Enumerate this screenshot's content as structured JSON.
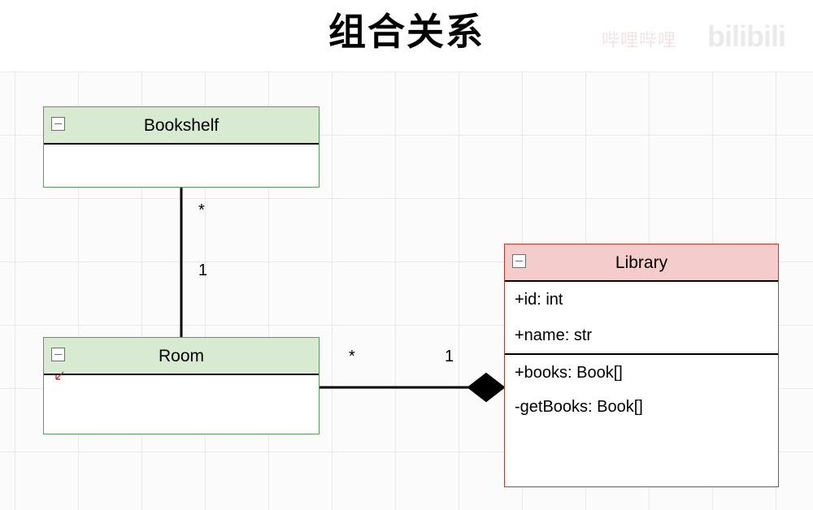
{
  "page": {
    "title": "组合关系",
    "watermark_text": "哔哩哔哩",
    "watermark_logo": "bilibili"
  },
  "diagram": {
    "type": "uml-class-diagram",
    "relationship": "composition",
    "classes": [
      {
        "id": "bookshelf",
        "name": "Bookshelf",
        "color": "#d9ead3",
        "border": "#5d9a5d",
        "collapse_icon": "minus-box-icon",
        "attributes": [],
        "methods": []
      },
      {
        "id": "room",
        "name": "Room",
        "color": "#d9ead3",
        "border": "#5d9a5d",
        "collapse_icon": "minus-box-icon",
        "attributes": [],
        "methods": []
      },
      {
        "id": "library",
        "name": "Library",
        "color": "#f4cccc",
        "border": "#c0392b",
        "collapse_icon": "minus-box-icon",
        "attributes": [
          "+id: int",
          "+name: str"
        ],
        "methods": [
          "+books: Book[]",
          "-getBooks: Book[]"
        ]
      }
    ],
    "links": [
      {
        "id": "bookshelf-room",
        "from": "bookshelf",
        "to": "room",
        "kind": "composition",
        "source_multiplicity": "*",
        "target_multiplicity": "1",
        "diamond_at": "room"
      },
      {
        "id": "room-library",
        "from": "room",
        "to": "library",
        "kind": "composition",
        "source_multiplicity": "*",
        "target_multiplicity": "1",
        "diamond_at": "library"
      }
    ]
  }
}
